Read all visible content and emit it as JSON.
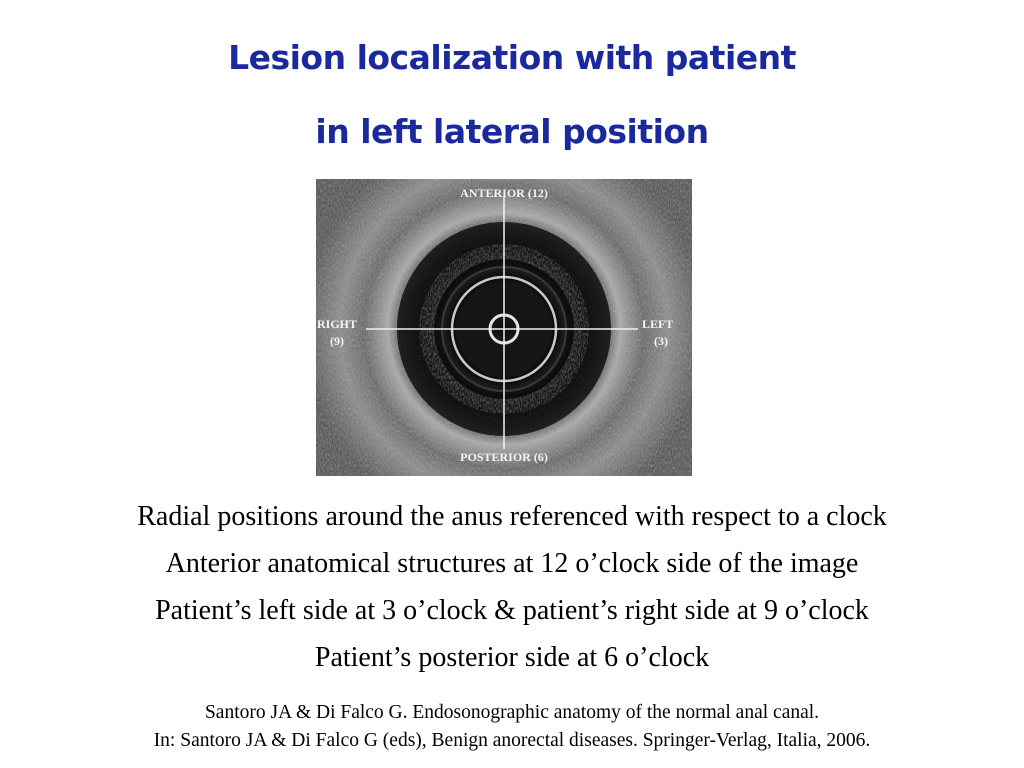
{
  "title": {
    "line1": "Lesion localization with patient",
    "line2": "in left lateral position"
  },
  "image": {
    "labels": {
      "anterior": "ANTERIOR (12)",
      "posterior": "POSTERIOR (6)",
      "right": "RIGHT",
      "right_num": "(9)",
      "left": "LEFT",
      "left_num": "(3)"
    }
  },
  "body": {
    "lines": [
      "Radial positions around the anus referenced with respect to a clock",
      "Anterior anatomical structures at 12 o’clock side of the image",
      "Patient’s left side at 3 o’clock & patient’s right side at 9 o’clock",
      "Patient’s posterior side at 6 o’clock"
    ]
  },
  "reference": {
    "line1": "Santoro JA & Di Falco G. Endosonographic anatomy of the normal anal canal.",
    "line2": "In: Santoro JA & Di Falco G (eds), Benign anorectal diseases. Springer-Verlag, Italia, 2006."
  },
  "colors": {
    "title": "#1a2a9c",
    "text": "#000000",
    "background": "#ffffff"
  }
}
